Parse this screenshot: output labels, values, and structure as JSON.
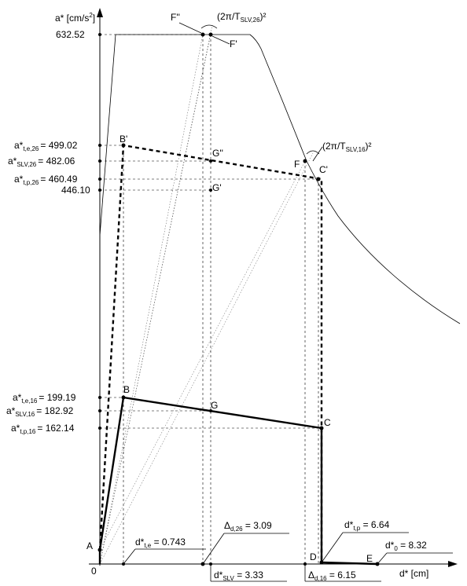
{
  "axes": {
    "y_label_main": "a* [cm/s",
    "y_label_sup": "2",
    "y_label_tail": "]",
    "x_label": "d* [cm]",
    "origin": "0"
  },
  "y_ticks": {
    "max": "632.52",
    "other_446": "446.10",
    "te26": {
      "main": "a*",
      "sub": "t,e,26",
      "value": "= 499.02"
    },
    "slv26": {
      "main": "a*",
      "sub": "SLV,26",
      "value": "= 482.06"
    },
    "tp26": {
      "main": "a*",
      "sub": "t,p,26",
      "value": "= 460.49"
    },
    "te16": {
      "main": "a*",
      "sub": "t,e,16",
      "value": "= 199.19"
    },
    "slv16": {
      "main": "a*",
      "sub": "SLV,16",
      "value": "= 182.92"
    },
    "tp16": {
      "main": "a*",
      "sub": "t,p,16",
      "value": "= 162.14"
    }
  },
  "x_annotations": {
    "dte": {
      "main": "d*",
      "sub": "t,e",
      "value": " = 0.743"
    },
    "dslv": {
      "main": "d*",
      "sub": "SLV",
      "value": " = 3.33"
    },
    "delta26": {
      "main": "Δ",
      "sub": "d,26",
      "value": " = 3.09"
    },
    "delta16": {
      "main": "Δ",
      "sub": "d,16",
      "value": " = 6.15"
    },
    "dtp": {
      "main": "d*",
      "sub": "t,p",
      "value": " = 6.64"
    },
    "d0": {
      "main": "d*",
      "sub": "0",
      "value": " = 8.32"
    }
  },
  "slope_labels": {
    "t26": {
      "pre": "(2π/T",
      "sub": "SLV,26",
      "post": ")²"
    },
    "t16": {
      "pre": "(2π/T",
      "sub": "SLV,16",
      "post": ")²"
    }
  },
  "points": {
    "A": "A",
    "B": "B",
    "C": "C",
    "D": "D",
    "E": "E",
    "F": "F",
    "G": "G",
    "Bp": "B'",
    "Cp": "C'",
    "Fp": "F'",
    "Fpp": "F''",
    "Gp": "G'",
    "Gpp": "G''"
  },
  "chart_data": {
    "type": "line",
    "xlabel": "d* [cm]",
    "ylabel": "a* [cm/s²]",
    "series": [
      {
        "name": "",
        "points": [
          [
            0,
            0
          ],
          [
            0.743,
            199.19
          ],
          [
            6.64,
            162.14
          ],
          [
            6.64,
            0
          ]
        ]
      },
      {
        "name": "",
        "points": [
          [
            0,
            0
          ],
          [
            0.743,
            499.02
          ],
          [
            6.64,
            460.49
          ],
          [
            6.64,
            0
          ]
        ]
      }
    ],
    "annotations": {
      "a_max": 632.52,
      "a_446": 446.1,
      "a_te26": 499.02,
      "a_slv26": 482.06,
      "a_tp26": 460.49,
      "a_te16": 199.19,
      "a_slv16": 182.92,
      "a_tp16": 162.14,
      "d_te": 0.743,
      "d_slv": 3.33,
      "delta_d26": 3.09,
      "delta_d16": 6.15,
      "d_tp": 6.64,
      "d0": 8.32
    }
  }
}
